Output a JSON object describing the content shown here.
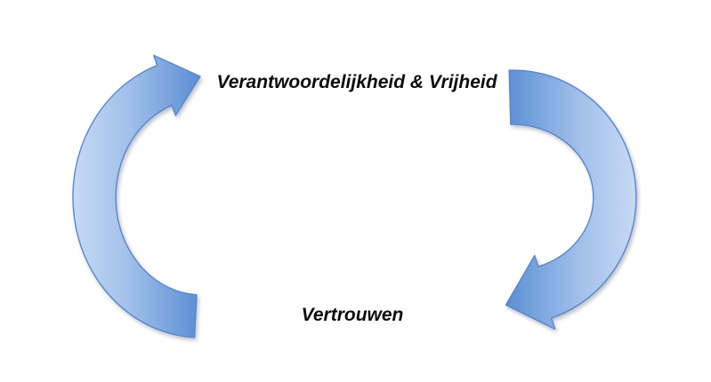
{
  "diagram": {
    "type": "cycle-diagram",
    "top_label": "Verantwoordelijkheid & Vrijheid",
    "bottom_label": "Vertrouwen",
    "arrows": [
      {
        "name": "curved-arrow-left",
        "description": "curved arrow arcing up the left side, head pointing to upper right toward top label"
      },
      {
        "name": "curved-arrow-right",
        "description": "curved arrow arcing down the right side, head pointing to lower left toward bottom label"
      }
    ],
    "colors": {
      "arrow_gradient_light": "#c7d9f5",
      "arrow_gradient_mid": "#a0bfea",
      "arrow_gradient_dark": "#5a8ed4",
      "arrow_border": "#5b87c7",
      "label_text": "#0d0d0d",
      "background": "#ffffff"
    }
  }
}
